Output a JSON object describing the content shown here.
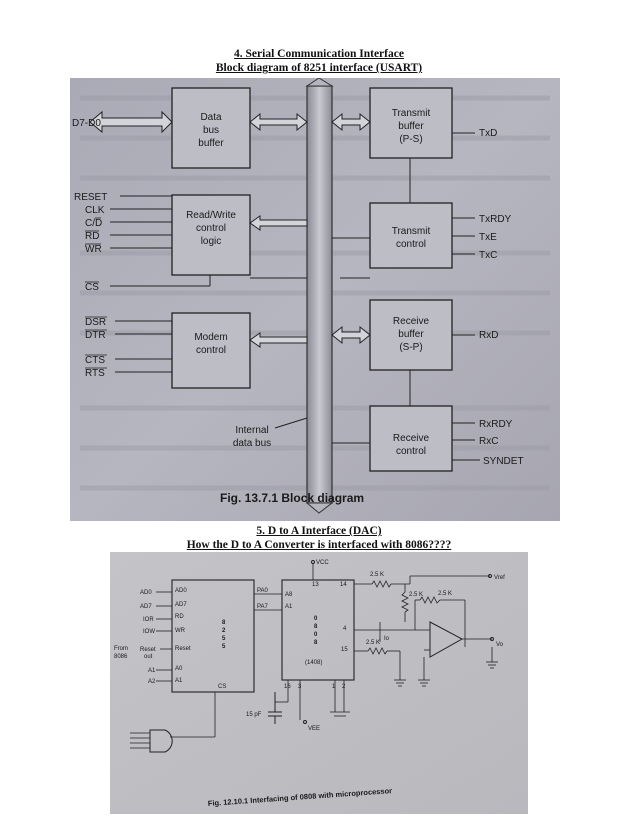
{
  "section4": {
    "title": "4. Serial Communication Interface",
    "subtitle": "Block diagram of 8251 interface (USART)"
  },
  "usart": {
    "data_in": "D7-D0",
    "data_bus_buffer": [
      "Data",
      "bus",
      "buffer"
    ],
    "rw_control": [
      "Read/Write",
      "control",
      "logic"
    ],
    "modem_control": [
      "Modem",
      "control"
    ],
    "transmit_buffer": [
      "Transmit",
      "buffer",
      "(P-S)"
    ],
    "transmit_control": [
      "Transmit",
      "control"
    ],
    "receive_buffer": [
      "Receive",
      "buffer",
      "(S-P)"
    ],
    "receive_control": [
      "Receive",
      "control"
    ],
    "internal_bus": [
      "Internal",
      "data bus"
    ],
    "left_pins": [
      "RESET",
      "CLK",
      "C/D",
      "RD",
      "WR",
      "CS",
      "DSR",
      "DTR",
      "CTS",
      "RTS"
    ],
    "right_pins": [
      "TxD",
      "TxRDY",
      "TxE",
      "TxC",
      "RxD",
      "RxRDY",
      "RxC",
      "SYNDET"
    ],
    "caption": "Fig. 13.7.1 Block diagram"
  },
  "section5": {
    "title": "5. D to A Interface (DAC)",
    "subtitle": "How the D to A Converter is interfaced with 8086????"
  },
  "dac": {
    "vcc": "VCC",
    "vee": "VEE",
    "vref": "Vref",
    "from_8086": [
      "From",
      "8086"
    ],
    "left_inputs": [
      "AD0",
      "AD7",
      "IOR",
      "IOW",
      "Reset",
      "out",
      "A1",
      "A2"
    ],
    "ppi_pins_left": [
      "AD0",
      "AD7",
      "RD",
      "WR",
      "Reset",
      "A0",
      "A1",
      "CS"
    ],
    "ppi_name": [
      "8",
      "2",
      "5",
      "5"
    ],
    "ppi_ports": [
      "PA0",
      "PA7"
    ],
    "dac_inputs": [
      "A8",
      "A1"
    ],
    "dac_name": [
      "0",
      "8",
      "0",
      "8"
    ],
    "dac_part": "(1408)",
    "pin_nums": [
      "13",
      "14",
      "4",
      "15",
      "16",
      "3",
      "1",
      "2"
    ],
    "res1": "2.5 K",
    "res2": "2.5 K",
    "res3": "2.5 K",
    "res4": "2.5 K",
    "io": "Io",
    "vo": "Vo",
    "cap": "15 pF",
    "caption": "Fig. 12.10.1 Interfacing of 0808 with microprocessor"
  }
}
